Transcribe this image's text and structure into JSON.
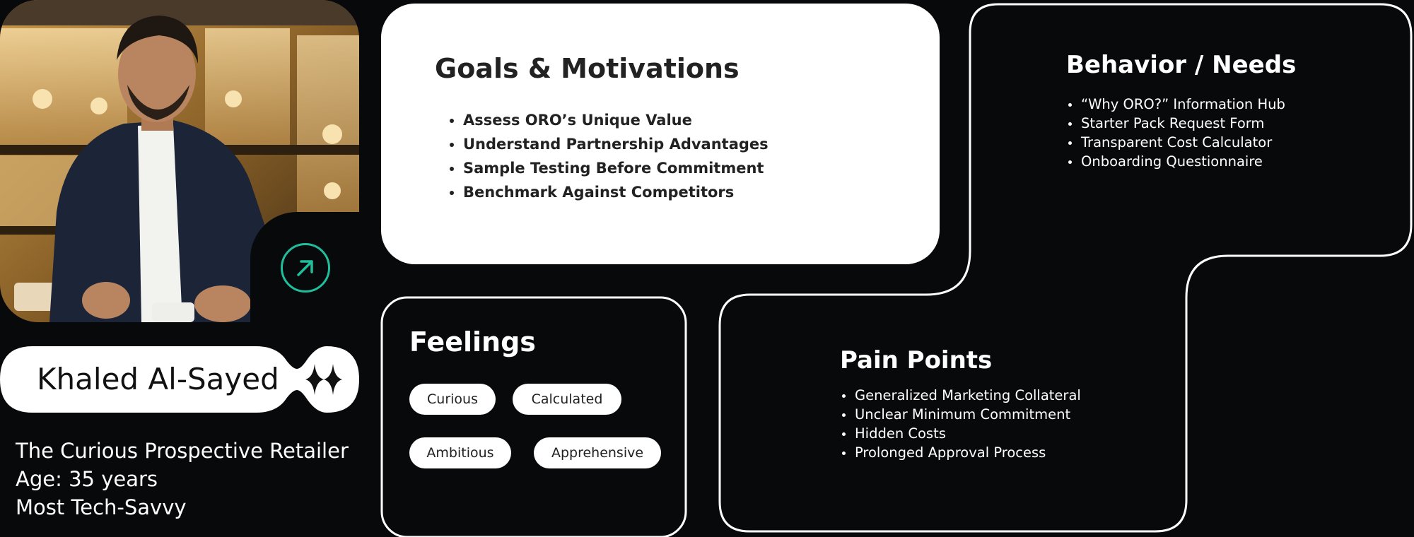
{
  "persona": {
    "name": "Khaled Al-Sayed",
    "title": "The Curious Prospective Retailer",
    "age": "Age: 35 years",
    "tech": "Most Tech-Savvy"
  },
  "goals": {
    "heading": "Goals & Motivations",
    "items": [
      "Assess ORO’s Unique Value",
      "Understand Partnership Advantages",
      "Sample Testing Before Commitment",
      "Benchmark Against Competitors"
    ]
  },
  "behavior": {
    "heading": "Behavior / Needs",
    "items": [
      "“Why ORO?” Information Hub",
      "Starter Pack Request Form",
      "Transparent Cost Calculator",
      "Onboarding Questionnaire"
    ]
  },
  "feelings": {
    "heading": "Feelings",
    "tags": [
      "Curious",
      "Calculated",
      "Ambitious",
      "Apprehensive"
    ]
  },
  "pain_points": {
    "heading": "Pain Points",
    "items": [
      "Generalized Marketing Collateral",
      "Unclear Minimum Commitment",
      "Hidden Costs",
      "Prolonged Approval Process"
    ]
  },
  "icons": {
    "arrow": "arrow-up-right-icon",
    "sparkle": "sparkle-icon"
  },
  "colors": {
    "background": "#08090b",
    "accent": "#1fbf9b",
    "card": "#ffffff"
  }
}
